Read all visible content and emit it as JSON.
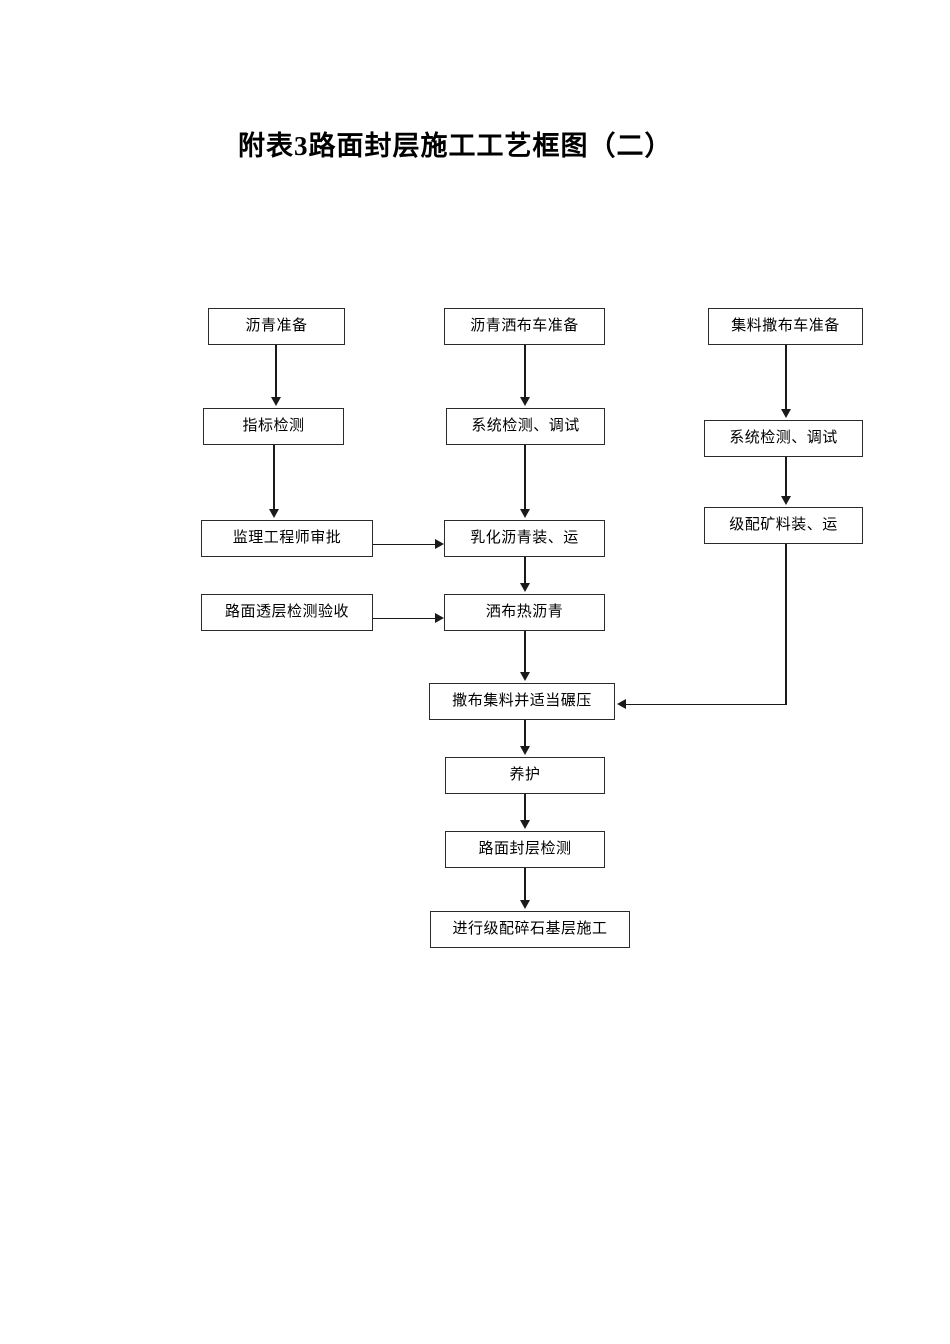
{
  "document": {
    "title": "附表3路面封层施工工艺框图（二）",
    "background_color": "#ffffff",
    "line_color": "#1a1a1a",
    "box_border_color": "#2b2b2b",
    "text_color": "#000000"
  },
  "chart_data": {
    "type": "diagram",
    "title": "附表3路面封层施工工艺框图（二）",
    "layout": "three-column top-down flowchart with merge into a single bottom chain",
    "columns": [
      {
        "name": "asphalt-material-column",
        "nodes": [
          "沥青准备",
          "指标检测",
          "监理工程师审批",
          "路面透层检测验收"
        ]
      },
      {
        "name": "distributor-truck-column",
        "nodes": [
          "沥青洒布车准备",
          "系统检测、调试",
          "乳化沥青装、运",
          "洒布热沥青",
          "撒布集料并适当碾压",
          "养护",
          "路面封层检测",
          "进行级配碎石基层施工"
        ]
      },
      {
        "name": "aggregate-spreader-column",
        "nodes": [
          "集料撒布车准备",
          "系统检测、调试",
          "级配矿料装、运"
        ]
      }
    ],
    "edges": [
      {
        "from": "沥青准备",
        "to": "指标检测",
        "direction": "down"
      },
      {
        "from": "指标检测",
        "to": "监理工程师审批",
        "direction": "down"
      },
      {
        "from": "监理工程师审批",
        "to": "乳化沥青装、运",
        "direction": "right"
      },
      {
        "from": "路面透层检测验收",
        "to": "洒布热沥青",
        "direction": "right"
      },
      {
        "from": "沥青洒布车准备",
        "to": "系统检测、调试",
        "direction": "down"
      },
      {
        "from": "系统检测、调试",
        "to": "乳化沥青装、运",
        "direction": "down"
      },
      {
        "from": "乳化沥青装、运",
        "to": "洒布热沥青",
        "direction": "down"
      },
      {
        "from": "洒布热沥青",
        "to": "撒布集料并适当碾压",
        "direction": "down"
      },
      {
        "from": "撒布集料并适当碾压",
        "to": "养护",
        "direction": "down"
      },
      {
        "from": "养护",
        "to": "路面封层检测",
        "direction": "down"
      },
      {
        "from": "路面封层检测",
        "to": "进行级配碎石基层施工",
        "direction": "down"
      },
      {
        "from": "集料撒布车准备",
        "to": "系统检测、调试",
        "direction": "down"
      },
      {
        "from": "系统检测、调试",
        "to": "级配矿料装、运",
        "direction": "down"
      },
      {
        "from": "级配矿料装、运",
        "to": "撒布集料并适当碾压",
        "direction": "down-then-left"
      }
    ]
  },
  "nodes": {
    "asphalt_prep": "沥青准备",
    "index_test": "指标检测",
    "supervisor_approval": "监理工程师审批",
    "prime_coat_acceptance": "路面透层检测验收",
    "distributor_prep": "沥青洒布车准备",
    "system_check_mid": "系统检测、调试",
    "emulsified_asphalt_transport": "乳化沥青装、运",
    "spray_hot_asphalt": "洒布热沥青",
    "spread_aggregate_compact": "撒布集料并适当碾压",
    "curing": "养护",
    "seal_coat_test": "路面封层检测",
    "graded_crushed_stone_base": "进行级配碎石基层施工",
    "spreader_prep": "集料撒布车准备",
    "system_check_right": "系统检测、调试",
    "graded_mineral_transport": "级配矿料装、运"
  }
}
